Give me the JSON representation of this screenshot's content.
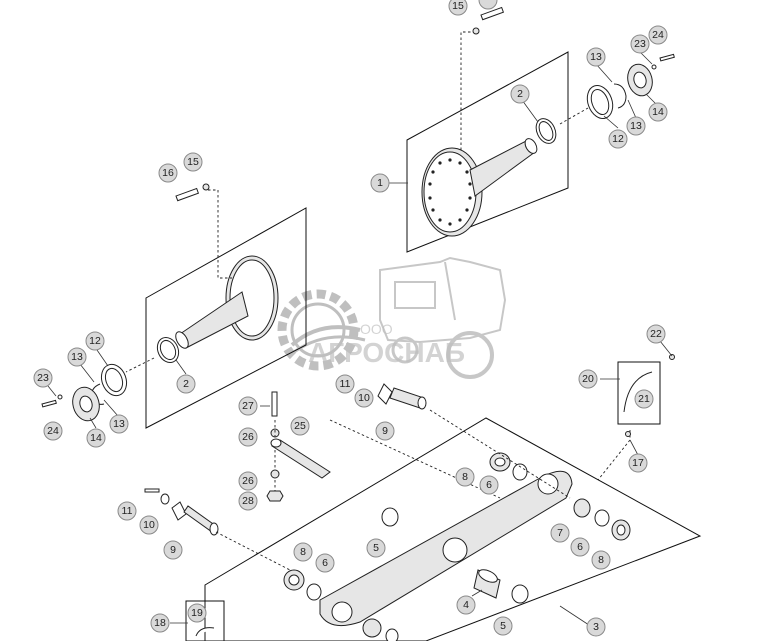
{
  "diagram": {
    "watermark": {
      "prefix": "ООО",
      "name": "АГРОСНАБ"
    },
    "callouts": [
      "1",
      "2",
      "2",
      "3",
      "4",
      "5",
      "5",
      "6",
      "6",
      "6",
      "7",
      "8",
      "8",
      "8",
      "9",
      "9",
      "10",
      "10",
      "11",
      "11",
      "12",
      "12",
      "13",
      "13",
      "13",
      "13",
      "14",
      "14",
      "15",
      "15",
      "16",
      "17",
      "18",
      "19",
      "20",
      "21",
      "22",
      "23",
      "23",
      "24",
      "24",
      "25",
      "26",
      "26",
      "27",
      "28"
    ]
  }
}
